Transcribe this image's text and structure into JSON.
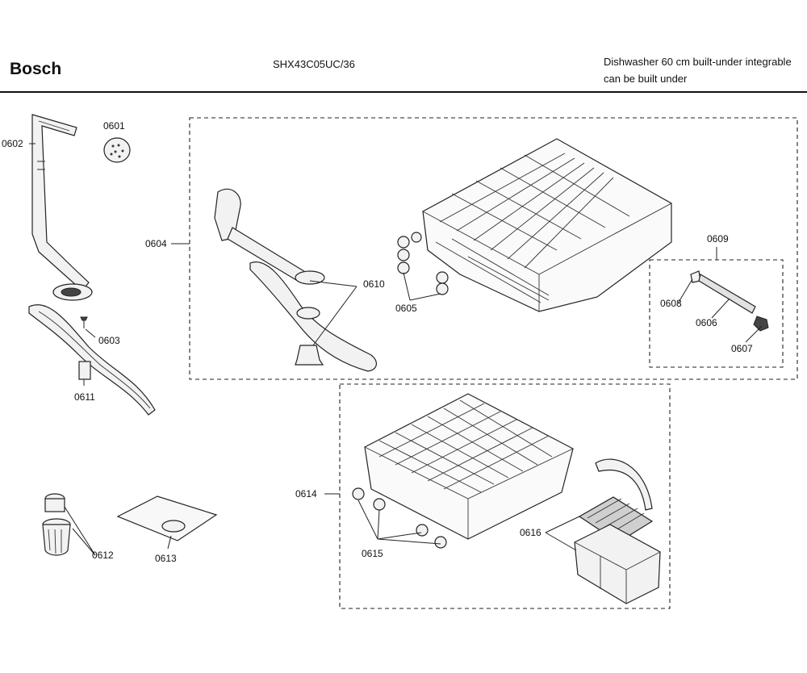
{
  "header": {
    "brand": "Bosch",
    "model": "SHX43C05UC/36",
    "description_line1": "Dishwasher 60 cm built-under integrable",
    "description_line2": "can be built under"
  },
  "parts": {
    "p0601": "0601",
    "p0602": "0602",
    "p0603": "0603",
    "p0604": "0604",
    "p0605": "0605",
    "p0606": "0606",
    "p0607": "0607",
    "p0608": "0608",
    "p0609": "0609",
    "p0610": "0610",
    "p0611": "0611",
    "p0612": "0612",
    "p0613": "0613",
    "p0614": "0614",
    "p0615": "0615",
    "p0616": "0616"
  }
}
